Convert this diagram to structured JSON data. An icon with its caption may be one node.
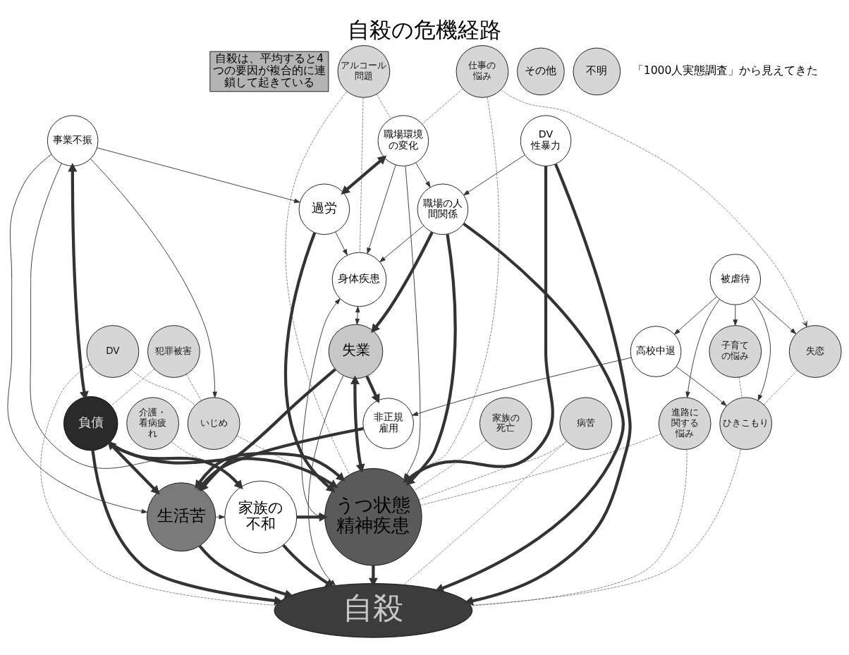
{
  "diagram": {
    "title": "自殺の危機経路",
    "nodes": [
      {
        "text": [
          "自殺は、平均すると4つの要因が複合的に連鎖して起きている"
        ]
      },
      {
        "text": [
          "職場環境の変化"
        ]
      },
      {
        "text": [
          "DV"
        ]
      },
      {
        "text": [
          "アルコール問題"
        ]
      },
      {
        "text": [
          "犯罪被害"
        ]
      },
      {
        "text": [
          "事業不振"
        ]
      },
      {
        "text": [
          "被虐待"
        ]
      },
      {
        "text": [
          "職場の人間関係"
        ]
      },
      {
        "text": [
          "過労"
        ]
      },
      {
        "text": [
          "仕事の悩み"
        ]
      },
      {
        "text": [
          "いじめ"
        ]
      },
      {
        "text": [
          "失恋"
        ]
      },
      {
        "text": [
          "DV 性暴力"
        ]
      },
      {
        "text": [
          "身体疾患"
        ]
      },
      {
        "text": [
          "失業"
        ]
      },
      {
        "text": [
          "進路に関する悩み"
        ]
      },
      {
        "text": [
          "負債"
        ]
      },
      {
        "text": [
          "その他"
        ]
      },
      {
        "text": [
          "子育ての悩み"
        ]
      },
      {
        "text": [
          "家族の死亡"
        ]
      },
      {
        "text": [
          "ひきこもり"
        ]
      },
      {
        "text": [
          "高校中退"
        ]
      },
      {
        "text": [
          "不明"
        ]
      },
      {
        "text": [
          "非正規雇用"
        ]
      },
      {
        "text": [
          "介護・看病疲れ"
        ]
      },
      {
        "text": [
          "病苦"
        ]
      },
      {
        "text": [
          "うつ状態",
          "精神疾患"
        ]
      },
      {
        "text": [
          "生活苦"
        ]
      },
      {
        "text": [
          "家族の不和"
        ]
      },
      {
        "text": [
          "自殺"
        ]
      }
    ],
    "edges": [
      {
        "from": 1,
        "to": 8,
        "arrow": "both",
        "style": "thick"
      },
      {
        "from": 1,
        "to": 7,
        "arrow": "to"
      },
      {
        "from": 1,
        "to": 13,
        "arrow": "to"
      },
      {
        "from": 1,
        "to": 26,
        "arrow": "to"
      },
      {
        "from": 12,
        "to": 7,
        "arrow": "to"
      },
      {
        "from": 7,
        "to": 14,
        "arrow": "to",
        "style": "thick"
      },
      {
        "from": 7,
        "to": 26,
        "arrow": "to",
        "style": "thick"
      },
      {
        "from": 7,
        "to": 29,
        "arrow": "to",
        "style": "thick"
      },
      {
        "from": 7,
        "to": 13,
        "arrow": "to"
      },
      {
        "from": 8,
        "to": 26,
        "arrow": "to",
        "style": "thick"
      },
      {
        "from": 8,
        "to": 13,
        "arrow": "to"
      },
      {
        "from": 5,
        "to": 8,
        "arrow": "to"
      },
      {
        "from": 5,
        "to": 10,
        "arrow": "to"
      },
      {
        "from": 5,
        "to": 16,
        "arrow": "both",
        "style": "thick"
      },
      {
        "from": 5,
        "to": 28,
        "arrow": "to"
      },
      {
        "from": 5,
        "to": 27,
        "arrow": "to"
      },
      {
        "from": 6,
        "to": 11,
        "arrow": "to"
      },
      {
        "from": 6,
        "to": 18,
        "arrow": "to"
      },
      {
        "from": 6,
        "to": 21,
        "arrow": "to"
      },
      {
        "from": 6,
        "to": 20,
        "arrow": "to"
      },
      {
        "from": 6,
        "to": 15,
        "arrow": "to"
      },
      {
        "from": 12,
        "to": 26,
        "arrow": "to",
        "style": "thick"
      },
      {
        "from": 12,
        "to": 29,
        "arrow": "to",
        "style": "thick"
      },
      {
        "from": 13,
        "to": 14,
        "arrow": "both"
      },
      {
        "from": 13,
        "to": 26,
        "arrow": "both"
      },
      {
        "from": 14,
        "to": 27,
        "arrow": "to",
        "style": "thick"
      },
      {
        "from": 14,
        "to": 23,
        "arrow": "to",
        "style": "thick"
      },
      {
        "from": 14,
        "to": 29,
        "arrow": "to"
      },
      {
        "from": 26,
        "to": 14,
        "arrow": "both",
        "style": "thick"
      },
      {
        "from": 16,
        "to": 26,
        "arrow": "to",
        "style": "thick"
      },
      {
        "from": 16,
        "to": 27,
        "arrow": "both",
        "style": "thick"
      },
      {
        "from": 16,
        "to": 29,
        "arrow": "to",
        "style": "thick"
      },
      {
        "from": 16,
        "to": 28,
        "arrow": "to",
        "style": "thick"
      },
      {
        "from": 23,
        "to": 27,
        "arrow": "to",
        "style": "thick"
      },
      {
        "from": 27,
        "to": 26,
        "arrow": "both",
        "style": "thick"
      },
      {
        "from": 28,
        "to": 26,
        "arrow": "to",
        "style": "thick"
      },
      {
        "from": 27,
        "to": 29,
        "arrow": "to",
        "style": "thick"
      },
      {
        "from": 26,
        "to": 29,
        "arrow": "to",
        "style": "thick"
      },
      {
        "from": 28,
        "to": 29,
        "arrow": "to",
        "style": "thick"
      },
      {
        "from": 21,
        "to": 20,
        "arrow": "to"
      },
      {
        "from": 21,
        "to": 23,
        "arrow": "to"
      },
      {
        "from": 27,
        "to": 28,
        "arrow": "to"
      },
      {
        "from": 9,
        "to": 11,
        "arrow": "to",
        "style": "dashed"
      },
      {
        "from": 2,
        "to": 10,
        "arrow": "none",
        "style": "dashed"
      },
      {
        "from": 2,
        "to": 29,
        "arrow": "none",
        "style": "dashed"
      },
      {
        "from": 4,
        "to": 10,
        "arrow": "none",
        "style": "dashed"
      },
      {
        "from": 4,
        "to": 16,
        "arrow": "none",
        "style": "dashed"
      },
      {
        "from": 3,
        "to": 1,
        "arrow": "none",
        "style": "dashed"
      },
      {
        "from": 3,
        "to": 13,
        "arrow": "none",
        "style": "dashed"
      },
      {
        "from": 3,
        "to": 26,
        "arrow": "none",
        "style": "dashed"
      },
      {
        "from": 9,
        "to": 1,
        "arrow": "none",
        "style": "dashed"
      },
      {
        "from": 9,
        "to": 26,
        "arrow": "none",
        "style": "dashed"
      },
      {
        "from": 19,
        "to": 26,
        "arrow": "none",
        "style": "dashed"
      },
      {
        "from": 25,
        "to": 26,
        "arrow": "none",
        "style": "dashed"
      },
      {
        "from": 25,
        "to": 29,
        "arrow": "none",
        "style": "dashed"
      },
      {
        "from": 18,
        "to": 20,
        "arrow": "none",
        "style": "dashed"
      },
      {
        "from": 11,
        "to": 20,
        "arrow": "none",
        "style": "dashed"
      },
      {
        "from": 24,
        "to": 28,
        "arrow": "none",
        "style": "dashed"
      },
      {
        "from": 15,
        "to": 29,
        "arrow": "none",
        "style": "dashed"
      },
      {
        "from": 20,
        "to": 29,
        "arrow": "none",
        "style": "dashed"
      },
      {
        "from": 10,
        "to": 26,
        "arrow": "none",
        "style": "dashed"
      },
      {
        "from": 15,
        "to": 26,
        "arrow": "none",
        "style": "dashed"
      }
    ],
    "labels": [
      "「1000人実態調査」から見えてきた"
    ]
  }
}
